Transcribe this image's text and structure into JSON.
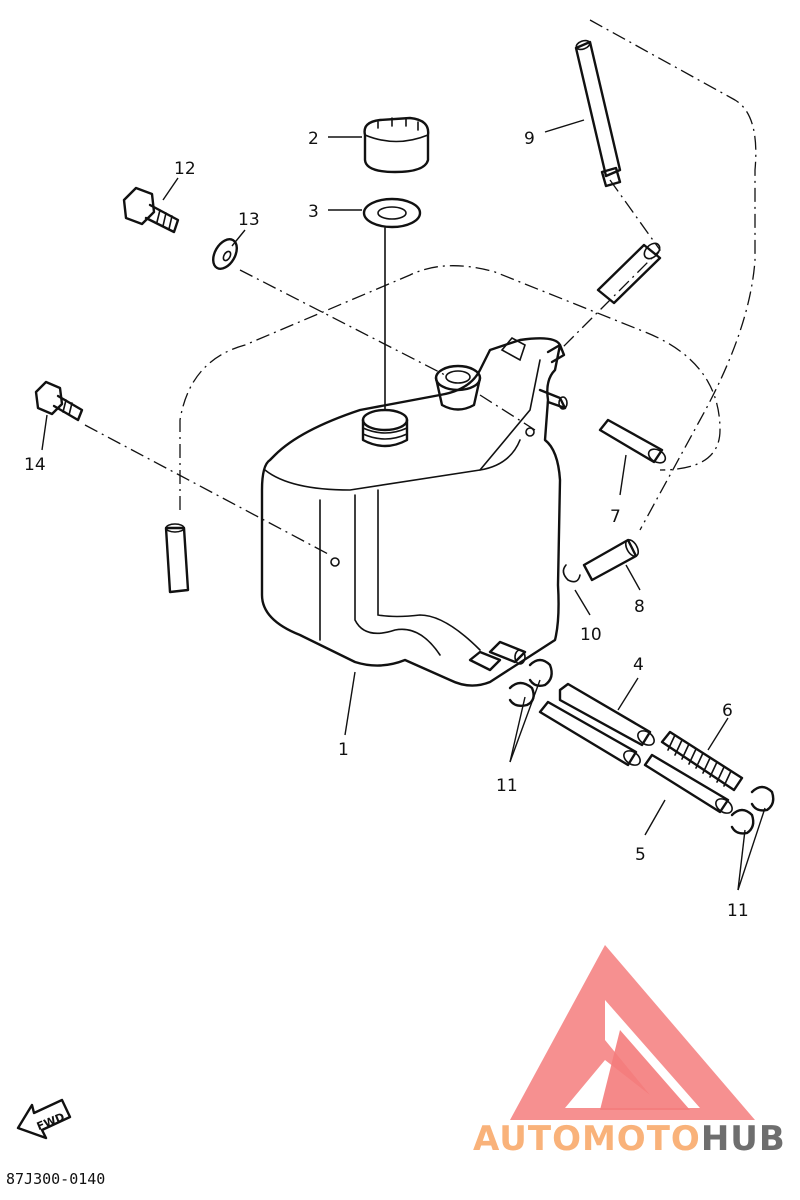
{
  "diagram": {
    "parts": [
      {
        "id": "1",
        "label": "1"
      },
      {
        "id": "2",
        "label": "2"
      },
      {
        "id": "3",
        "label": "3"
      },
      {
        "id": "4",
        "label": "4"
      },
      {
        "id": "5",
        "label": "5"
      },
      {
        "id": "6",
        "label": "6"
      },
      {
        "id": "7",
        "label": "7"
      },
      {
        "id": "8",
        "label": "8"
      },
      {
        "id": "9",
        "label": "9"
      },
      {
        "id": "10",
        "label": "10"
      },
      {
        "id": "11a",
        "label": "11"
      },
      {
        "id": "11b",
        "label": "11"
      },
      {
        "id": "12",
        "label": "12"
      },
      {
        "id": "13",
        "label": "13"
      },
      {
        "id": "14",
        "label": "14"
      }
    ],
    "fwd_label": "FWD",
    "diagram_code": "87J300-0140"
  },
  "watermark": {
    "brand_part1": "AUTOMOTO",
    "brand_part2": "HUB",
    "color_primary": "#f47c7c",
    "color_secondary": "#f9b27a",
    "color_dark": "#6e6e6e"
  }
}
